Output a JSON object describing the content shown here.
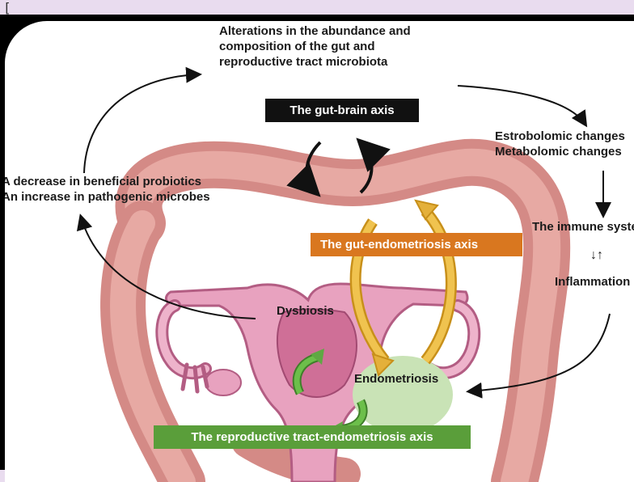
{
  "top_text": {
    "line1": "Alterations in the abundance and",
    "line2": "composition of the gut and",
    "line3": "reproductive tract microbiota"
  },
  "left_text": {
    "line1": "A decrease in beneficial probiotics",
    "line2": "An increase in pathogenic microbes"
  },
  "right_text": {
    "line1": "Estrobolomic changes",
    "line2": "Metabolomic changes",
    "immune": "The immune system",
    "updown": "↓↑",
    "inflammation": "Inflammation"
  },
  "boxes": {
    "gut_brain": "The gut-brain axis",
    "gut_endo": "The gut-endometriosis axis",
    "repro_endo": "The reproductive tract-endometriosis axis"
  },
  "labels": {
    "dysbiosis": "Dysbiosis",
    "endometriosis": "Endometriosis"
  },
  "colors": {
    "gut_brain_box": "#111111",
    "gut_endo_box": "#d9771f",
    "repro_endo_box": "#5a9e3a",
    "intestine": "#d98c8c",
    "uterus": "#e6a0bd",
    "endometriosis_blob": "#c9e3b6",
    "gold_arrow": "#e4b03a",
    "green_arrow": "#5fa843"
  }
}
